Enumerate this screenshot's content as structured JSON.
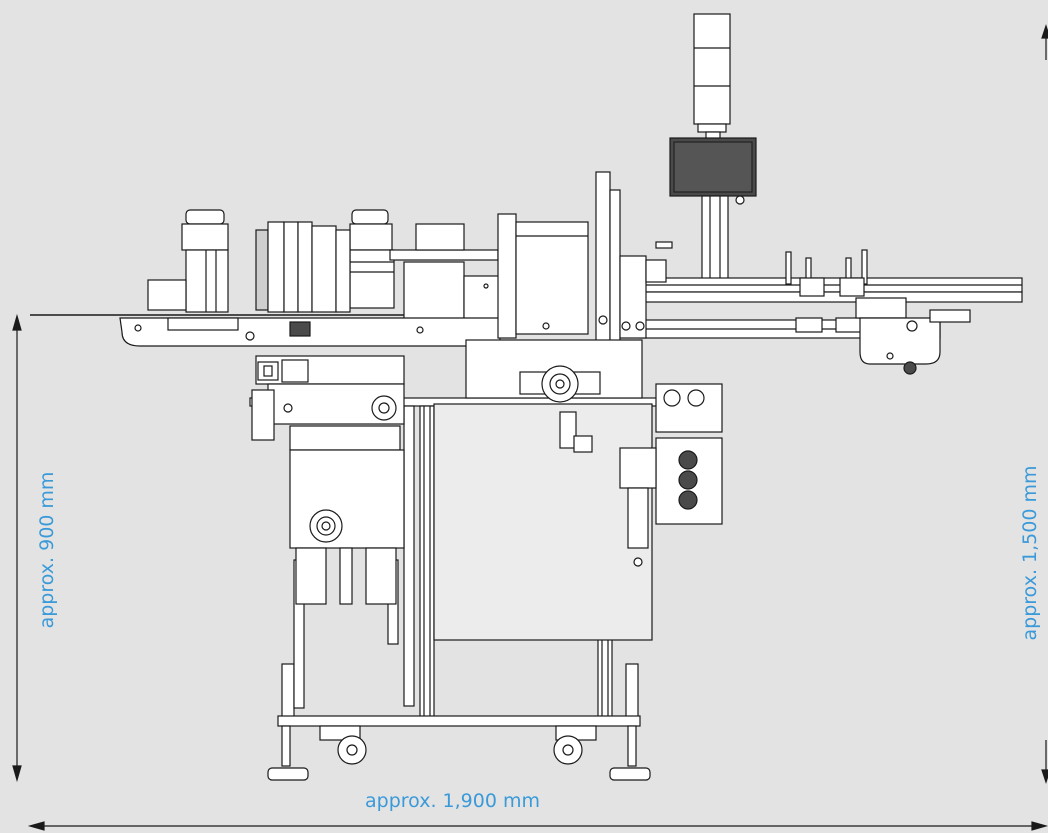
{
  "dimensions": {
    "width_label": "approx. 1,900 mm",
    "height_conveyor_label": "approx. 900 mm",
    "height_total_label": "approx. 1,500 mm"
  },
  "colors": {
    "background": "#e3e3e3",
    "dimension_text": "#3a9ad9",
    "line": "#1a1a1a",
    "fill": "#ffffff",
    "dark_fill": "#4a4a4a"
  }
}
